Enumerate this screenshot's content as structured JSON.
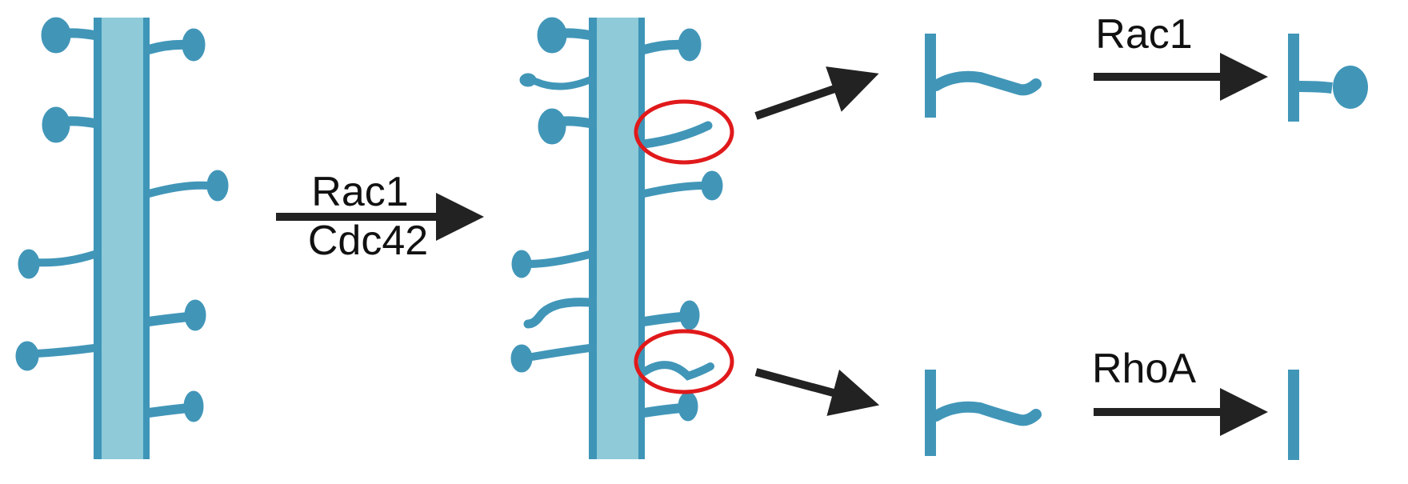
{
  "diagram": {
    "step1_labels": [
      "Rac1",
      "Cdc42"
    ],
    "top_branch_label": "Rac1",
    "bottom_branch_label": "RhoA"
  },
  "colors": {
    "spine": "#4196b8",
    "dendrite_core": "#8ecad8",
    "dendrite_edge": "#3e95b8",
    "arrow": "#222222",
    "highlight_circle": "#e0191b",
    "text": "#111111"
  }
}
